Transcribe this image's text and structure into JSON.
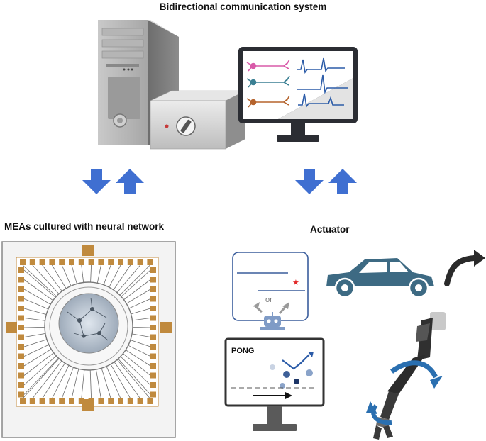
{
  "title": "Bidirectional communication system",
  "mea_label": "MEAs cultured with neural network",
  "actuator_label": "Actuator",
  "pong_label": "PONG",
  "or_label": "or",
  "colors": {
    "arrow_blue": "#3f6fd1",
    "electrode_gold": "#c08a3e",
    "car": "#3d6a83",
    "monitor_frame": "#2b2d33",
    "trace_blue": "#2c5ca8",
    "accent_red": "#e22a2a",
    "robot_blue": "#2a6fb0"
  },
  "icons": [
    "computer-tower-icon",
    "amplifier-box-icon",
    "signal-monitor-icon",
    "up-arrow-icon",
    "down-arrow-icon",
    "mea-chip-icon",
    "neuron-icon",
    "game-screen-icon",
    "robot-icon",
    "car-icon",
    "curved-arrow-icon",
    "robotic-arm-icon",
    "pong-monitor-icon"
  ]
}
